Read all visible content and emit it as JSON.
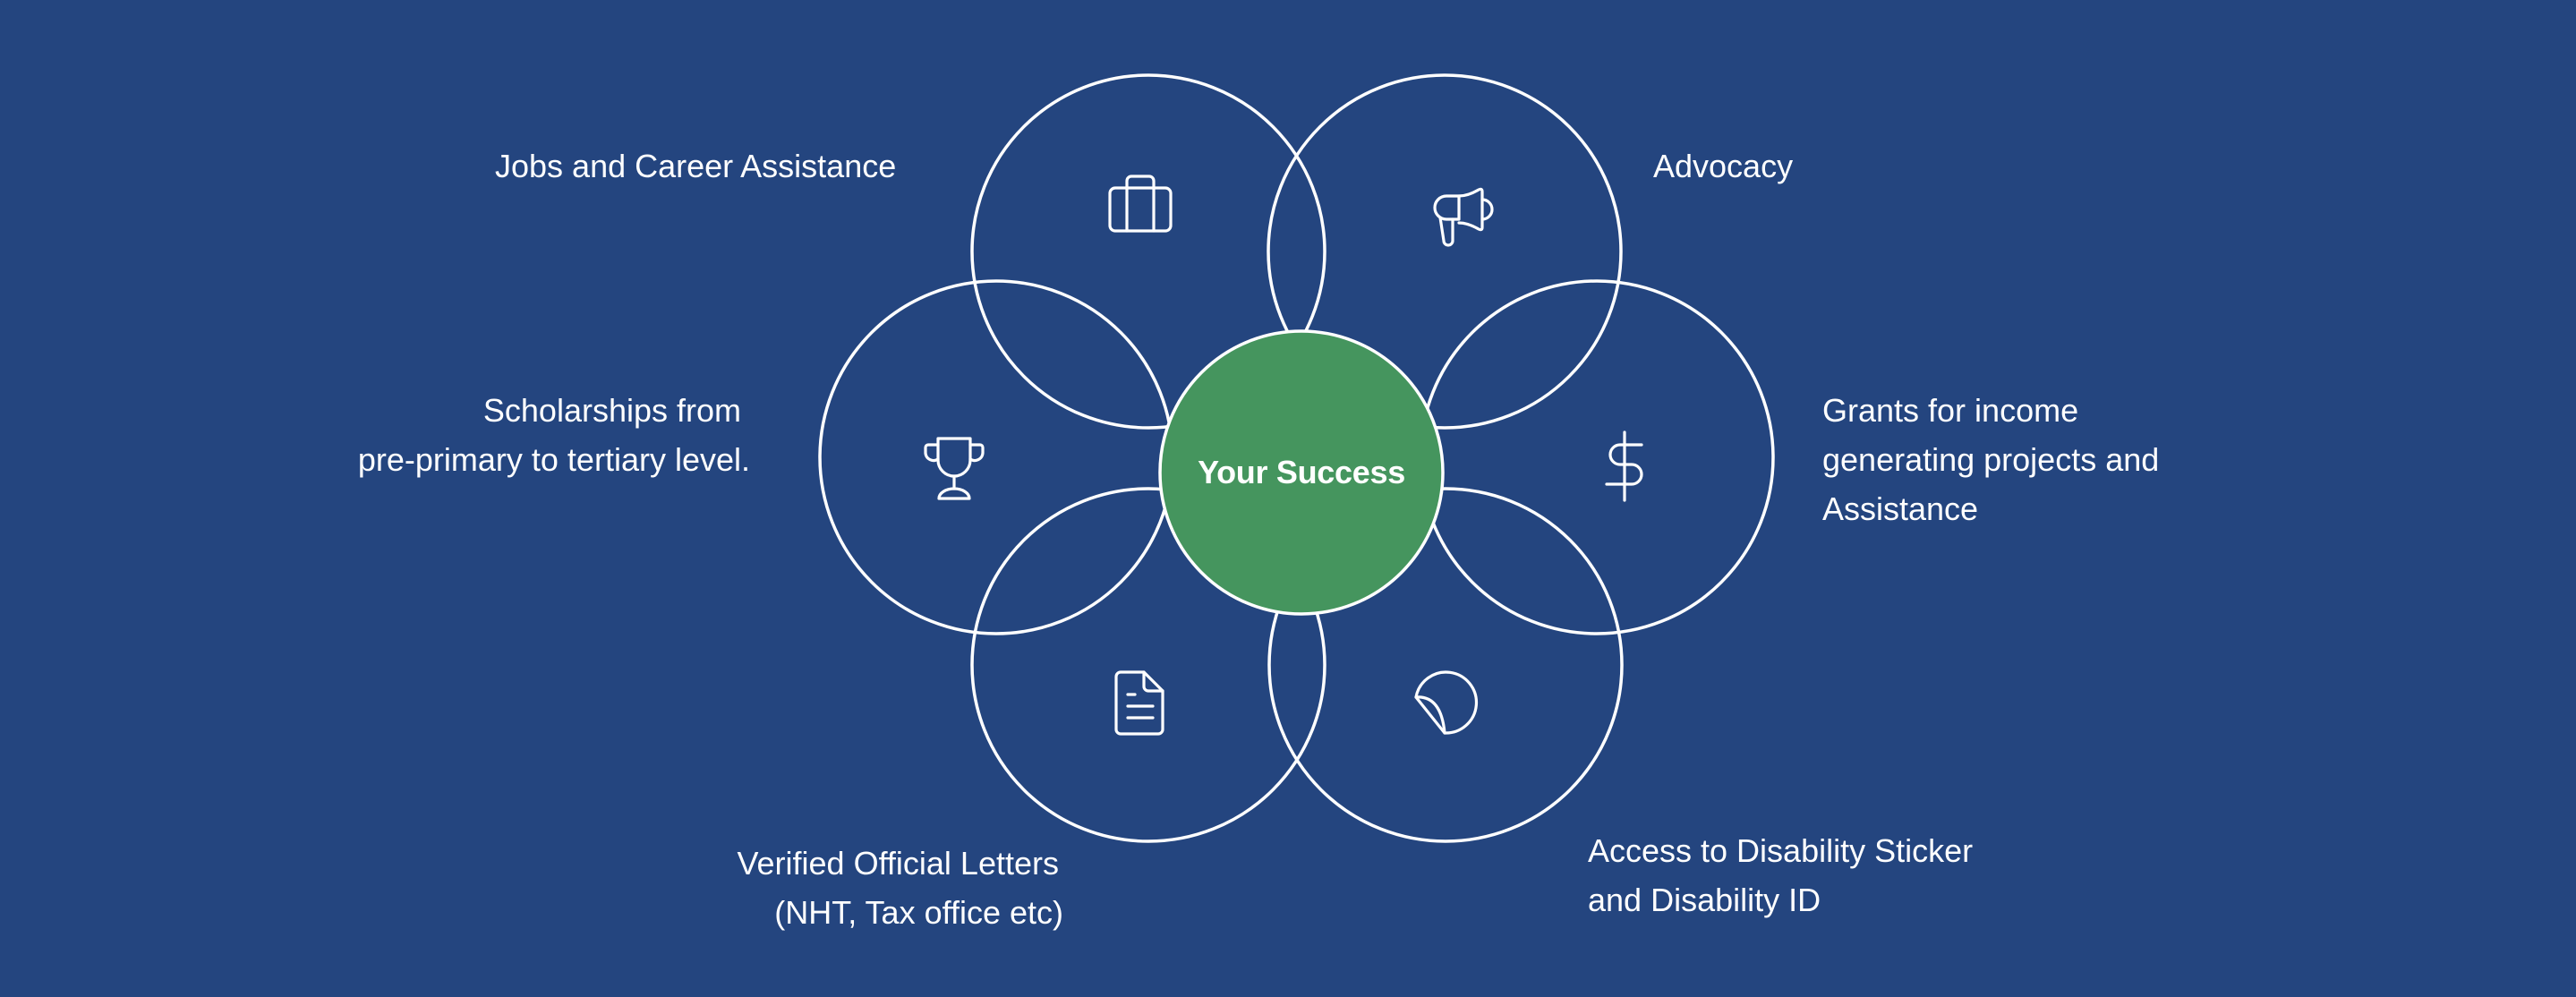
{
  "diagram": {
    "title": "Your Success",
    "colors": {
      "background": "#24457F",
      "center_fill": "#45955E",
      "stroke": "#FFFFFF",
      "text": "#FFFFFF"
    },
    "center": {
      "label": "Your Success"
    },
    "petals": [
      {
        "id": "jobs",
        "icon": "briefcase-icon",
        "label_lines": [
          "Jobs and Career Assistance"
        ]
      },
      {
        "id": "advocacy",
        "icon": "megaphone-icon",
        "label_lines": [
          "Advocacy"
        ]
      },
      {
        "id": "scholarships",
        "icon": "trophy-icon",
        "label_lines": [
          "Scholarships from",
          "pre-primary to tertiary level."
        ]
      },
      {
        "id": "grants",
        "icon": "dollar-icon",
        "label_lines": [
          "Grants for income",
          "generating projects and",
          "Assistance"
        ]
      },
      {
        "id": "letters",
        "icon": "document-icon",
        "label_lines": [
          "Verified Official Letters",
          "(NHT, Tax office etc)"
        ]
      },
      {
        "id": "disability",
        "icon": "sticker-icon",
        "label_lines": [
          "Access to Disability Sticker",
          "and Disability ID"
        ]
      }
    ]
  }
}
